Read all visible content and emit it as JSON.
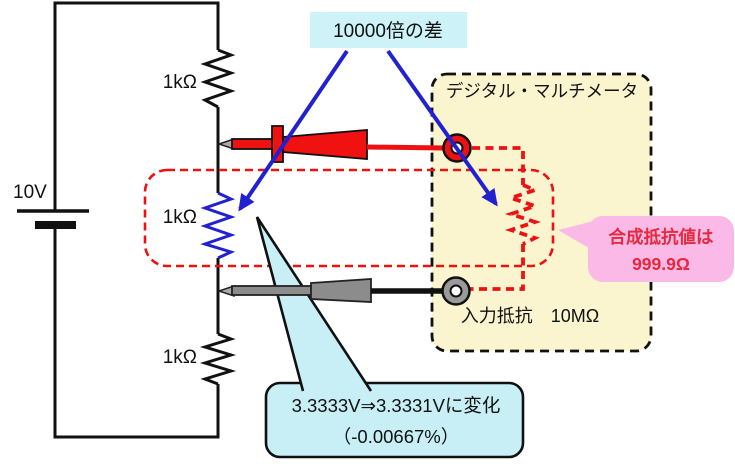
{
  "diagram": {
    "source_label": "10V",
    "resistor_top_label": "1kΩ",
    "resistor_middle_label": "1kΩ",
    "resistor_bottom_label": "1kΩ",
    "difference_label": "10000倍の差",
    "multimeter_title": "デジタル・マルチメータ",
    "input_resistance_label": "入力抵抗　10MΩ",
    "combined_resistance_line1": "合成抵抗値は",
    "combined_resistance_line2": "999.9Ω",
    "voltage_change_line1": "3.3333V⇒3.3331Vに変化",
    "voltage_change_line2": "（-0.00667%）"
  },
  "colors": {
    "circuit_black": "#111111",
    "blue_accent": "#2121d1",
    "red_accent": "#ee1111",
    "multimeter_fill": "#faf4cf",
    "cyan_label_fill": "#cdf2f8",
    "callout_cyan_fill": "#c8eef6",
    "pink_callout_fill": "#fbb9e8",
    "pink_callout_text": "#e8283c",
    "probe_gray": "#8c8c8c"
  }
}
